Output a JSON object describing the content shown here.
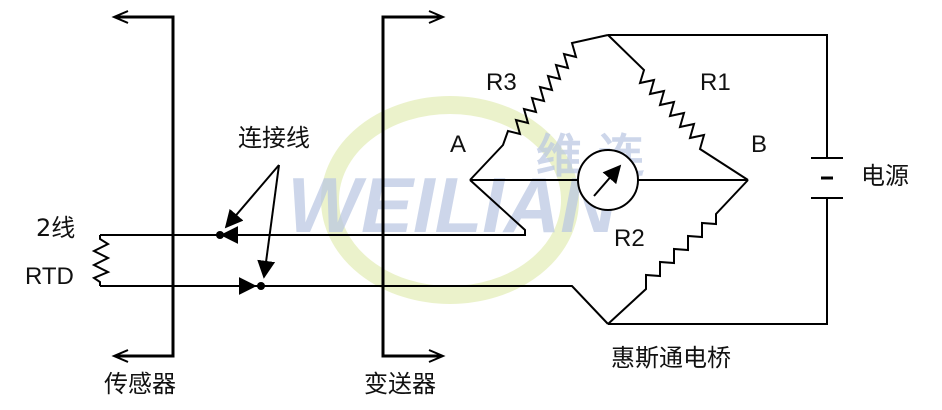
{
  "diagram": {
    "labels": {
      "sensor": "传感器",
      "transmitter": "变送器",
      "wheatstone_bridge": "惠斯通电桥",
      "power_supply": "电源",
      "connection_wire": "连接线",
      "two_wire": "2线",
      "rtd": "RTD",
      "node_a": "A",
      "node_b": "B",
      "r1": "R1",
      "r2": "R2",
      "r3": "R3"
    },
    "watermark": {
      "text": "WEILIAN",
      "cn_text": "维 连",
      "color": "#b8c6e2",
      "accent": "#e6efbe"
    },
    "colors": {
      "line": "#000000",
      "background": "#ffffff"
    }
  }
}
